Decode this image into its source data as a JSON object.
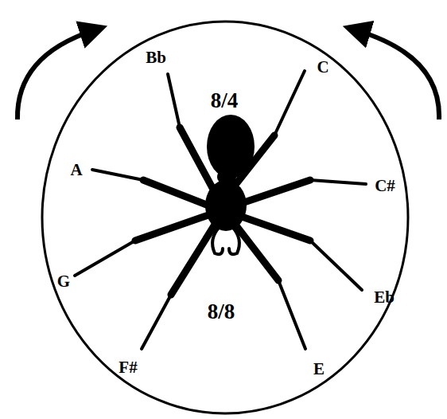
{
  "diagram": {
    "nodes": [
      {
        "text": [
          "8/4",
          "8/8"
        ]
      }
    ],
    "labels": [
      "Bb",
      "C",
      "A",
      "C#",
      "G",
      "Eb",
      "F#",
      "E"
    ]
  }
}
